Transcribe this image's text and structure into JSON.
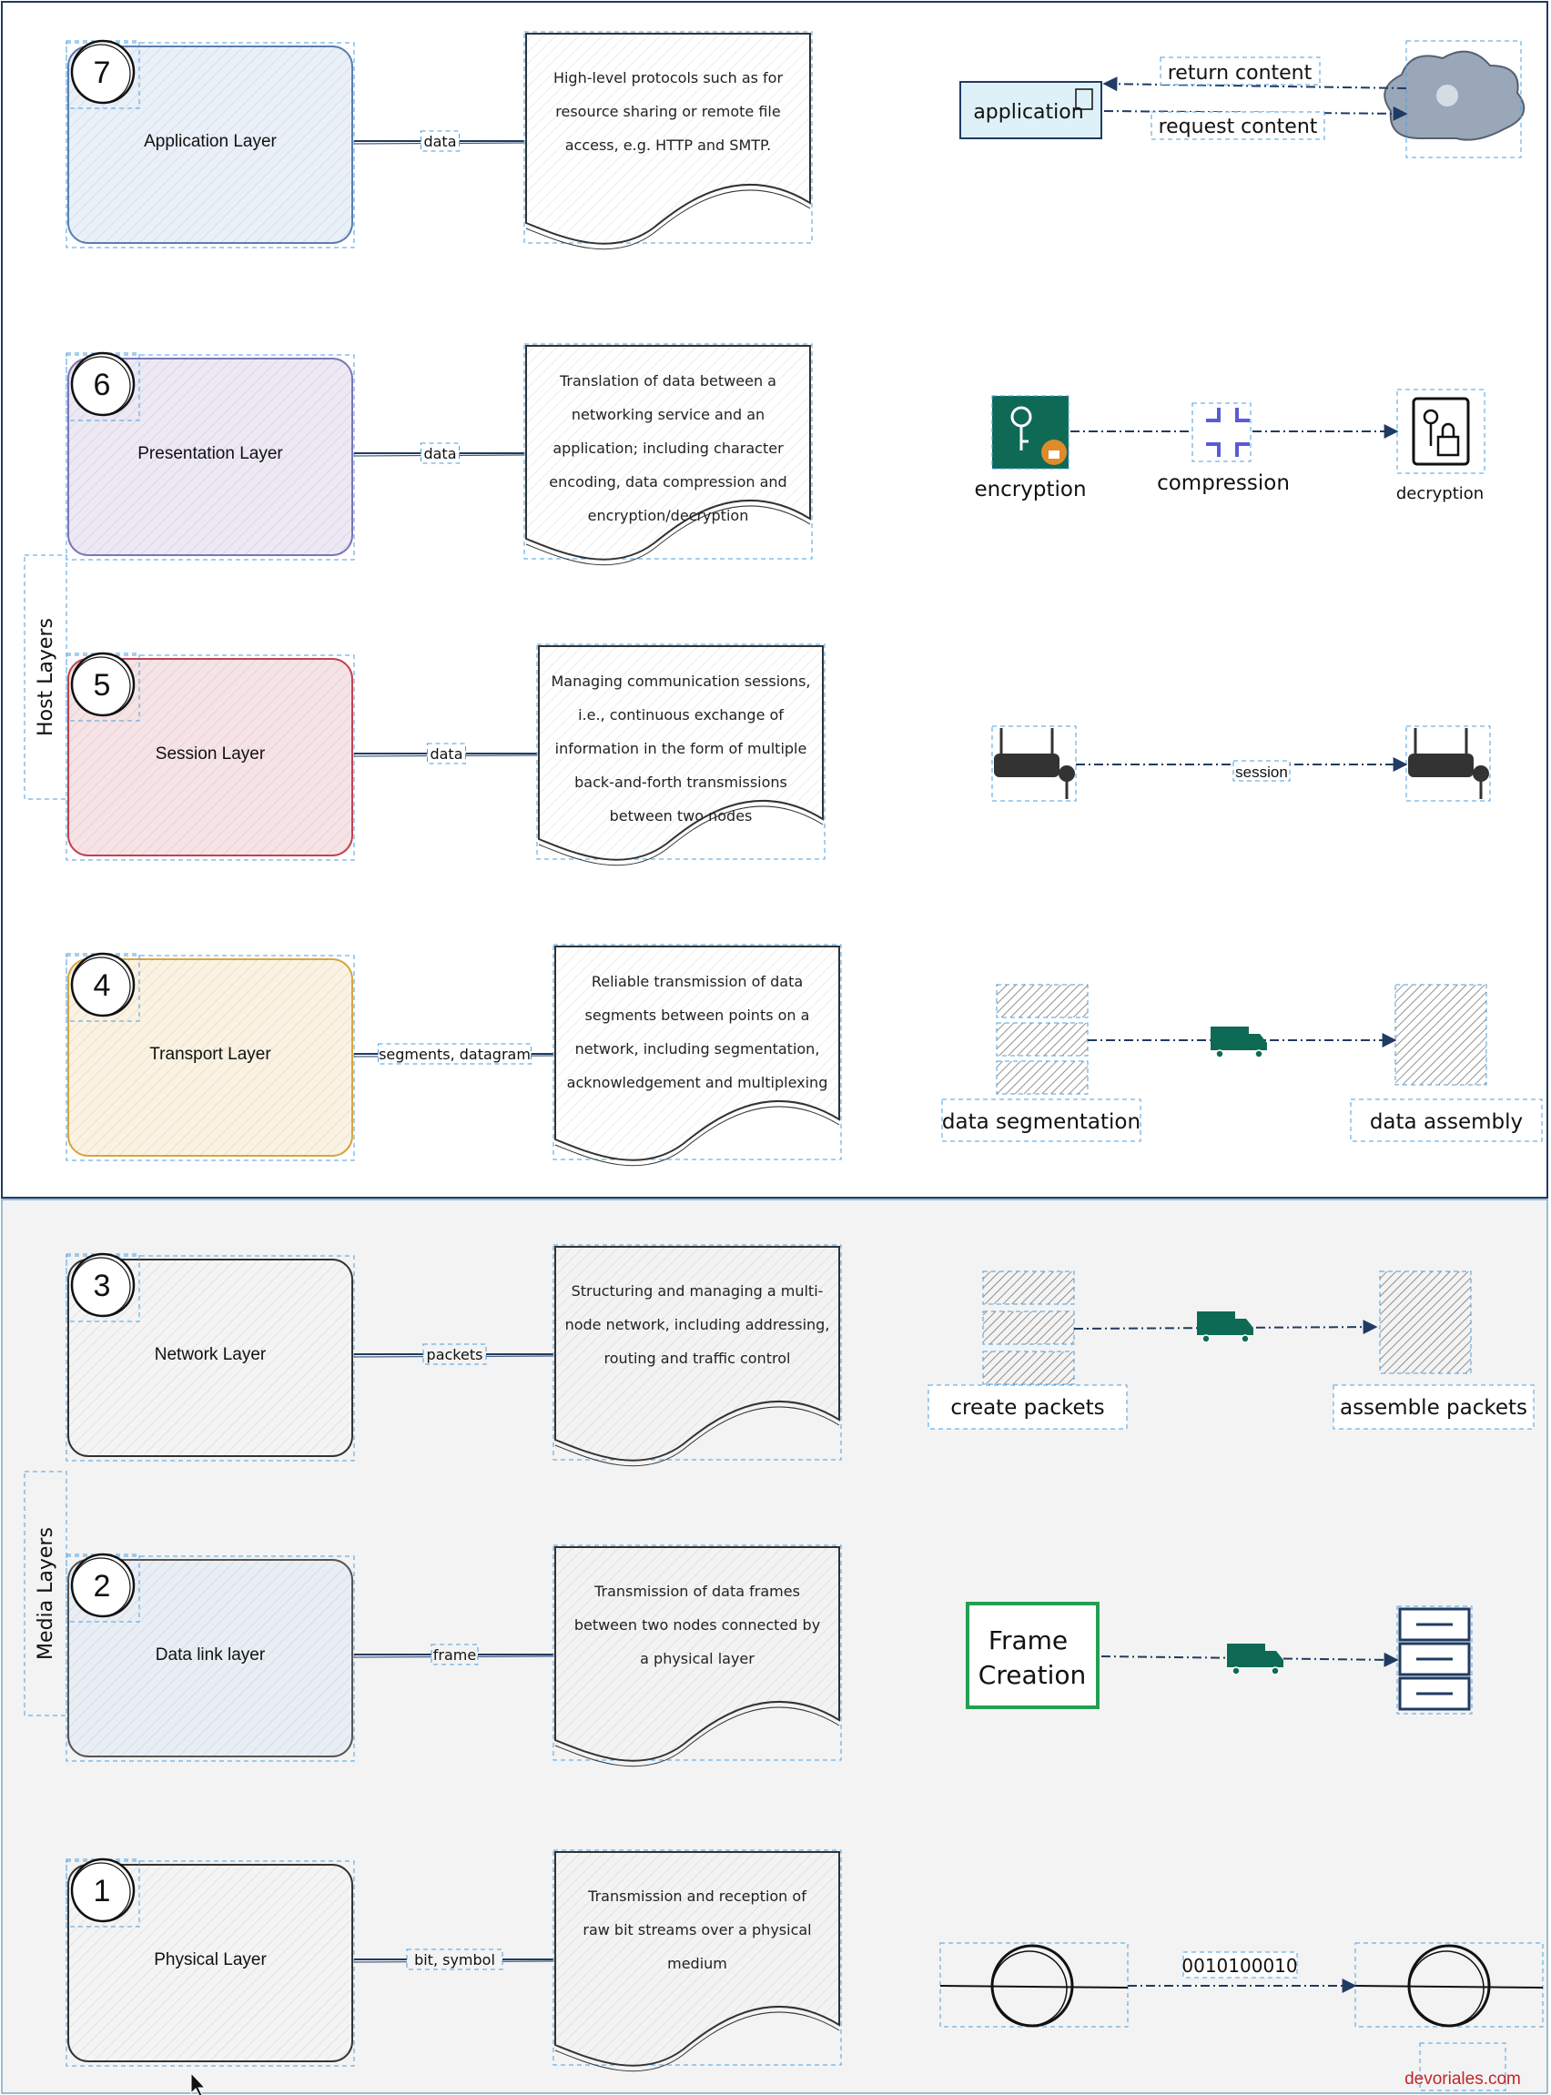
{
  "groups": {
    "host": "Host Layers",
    "media": "Media Layers"
  },
  "layers": [
    {
      "number": "7",
      "name": "Application Layer",
      "connector": "data",
      "description": [
        "High-level protocols such as for",
        "resource sharing or remote file",
        "access, e.g. HTTP and SMTP."
      ],
      "fill": "#eaf0f8",
      "stroke": "#5b7fb0"
    },
    {
      "number": "6",
      "name": "Presentation Layer",
      "connector": "data",
      "description": [
        "Translation of data between a",
        "networking service and an",
        "application; including character",
        "encoding, data compression and",
        "encryption/decryption"
      ],
      "fill": "#ece8f4",
      "stroke": "#7d75b8"
    },
    {
      "number": "5",
      "name": "Session Layer",
      "connector": "data",
      "description": [
        "Managing communication sessions,",
        "i.e., continuous exchange of",
        "information in the form of multiple",
        "back-and-forth transmissions",
        "between two nodes"
      ],
      "fill": "#f6e3e5",
      "stroke": "#c2424f"
    },
    {
      "number": "4",
      "name": "Transport Layer",
      "connector": "segments, datagram",
      "description": [
        "Reliable transmission of data",
        "segments between points on a",
        "network, including segmentation,",
        "acknowledgement and multiplexing"
      ],
      "fill": "#fbf2e2",
      "stroke": "#d7a640"
    },
    {
      "number": "3",
      "name": "Network Layer",
      "connector": "packets",
      "description": [
        "Structuring and managing a multi-",
        "node network, including addressing,",
        "routing and traffic control"
      ],
      "fill": "#f4f4f4",
      "stroke": "#333333"
    },
    {
      "number": "2",
      "name": "Data link layer",
      "connector": "frame",
      "description": [
        "Transmission of data frames",
        "between two nodes connected by",
        "a physical layer"
      ],
      "fill": "#e9eef5",
      "stroke": "#555555"
    },
    {
      "number": "1",
      "name": "Physical Layer",
      "connector": "bit, symbol",
      "description": [
        "Transmission and reception of",
        "raw bit streams over a physical",
        "medium"
      ],
      "fill": "#f4f4f4",
      "stroke": "#333333"
    }
  ],
  "illustrations": {
    "application": {
      "app_label": "application",
      "return_label": "return content",
      "request_label": "request content"
    },
    "presentation": {
      "encryption": "encryption",
      "compression": "compression",
      "decryption": "decryption"
    },
    "session": {
      "link_label": "session"
    },
    "transport": {
      "left_label": "data segmentation",
      "right_label": "data assembly"
    },
    "network": {
      "left_label": "create packets",
      "right_label": "assemble packets"
    },
    "datalink": {
      "frame_title": "Frame Creation"
    },
    "physical": {
      "bits": "0010100010"
    }
  },
  "watermark": "devoriales.com",
  "colors": {
    "selection": "#4a9fe0",
    "arrow": "#1f3b63",
    "teal": "#0e6a55",
    "frame_green": "#22a050",
    "watermark": "#c0262c",
    "media_bg": "#f3f3f3"
  }
}
